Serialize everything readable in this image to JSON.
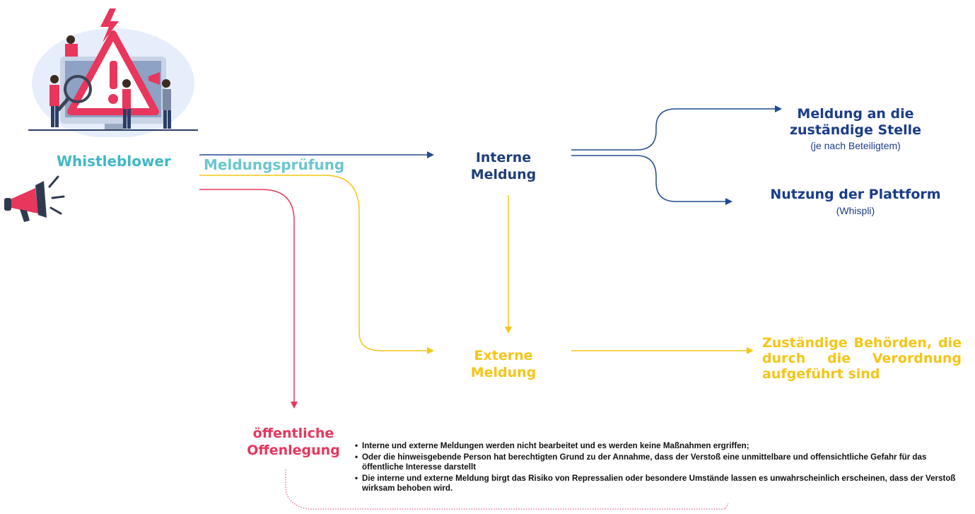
{
  "nodes": {
    "whistleblower": "Whistleblower",
    "meldungspruefung": "Meldungsprüfung",
    "interne_meldung": [
      "Interne",
      "Meldung"
    ],
    "externe_meldung": [
      "Externe",
      "Meldung"
    ],
    "oeffentliche_offenlegung": [
      "öffentliche",
      "Offenlegung"
    ],
    "meldung_an": {
      "title_lines": [
        "Meldung an die",
        "zuständige Stelle"
      ],
      "subtitle": "(je nach Beteiligtem)"
    },
    "plattform": {
      "title": "Nutzung der Plattform",
      "subtitle": "(Whispli)"
    },
    "behoerden": "Zuständige Behörden, die durch die Verordnung aufgeführt sind"
  },
  "conditions": [
    "Interne und externe Meldungen werden nicht bearbeitet und es werden keine Maßnahmen ergriffen;",
    "Oder die hinweisgebende Person hat berechtigten Grund zu der Annahme, dass der Verstoß eine unmittelbare und offensichtliche Gefahr für das öffentliche Interesse darstellt",
    "Die interne und externe Meldung birgt das Risiko von Repressalien oder besondere Umstände lassen es unwahrscheinlich erscheinen, dass der Verstoß wirksam behoben wird."
  ],
  "colors": {
    "internal": "#1f4b8f",
    "external": "#f5c518",
    "public": "#e8365d",
    "teal": "#3fb8c6"
  },
  "icons": [
    "warning-illustration",
    "megaphone-icon"
  ]
}
